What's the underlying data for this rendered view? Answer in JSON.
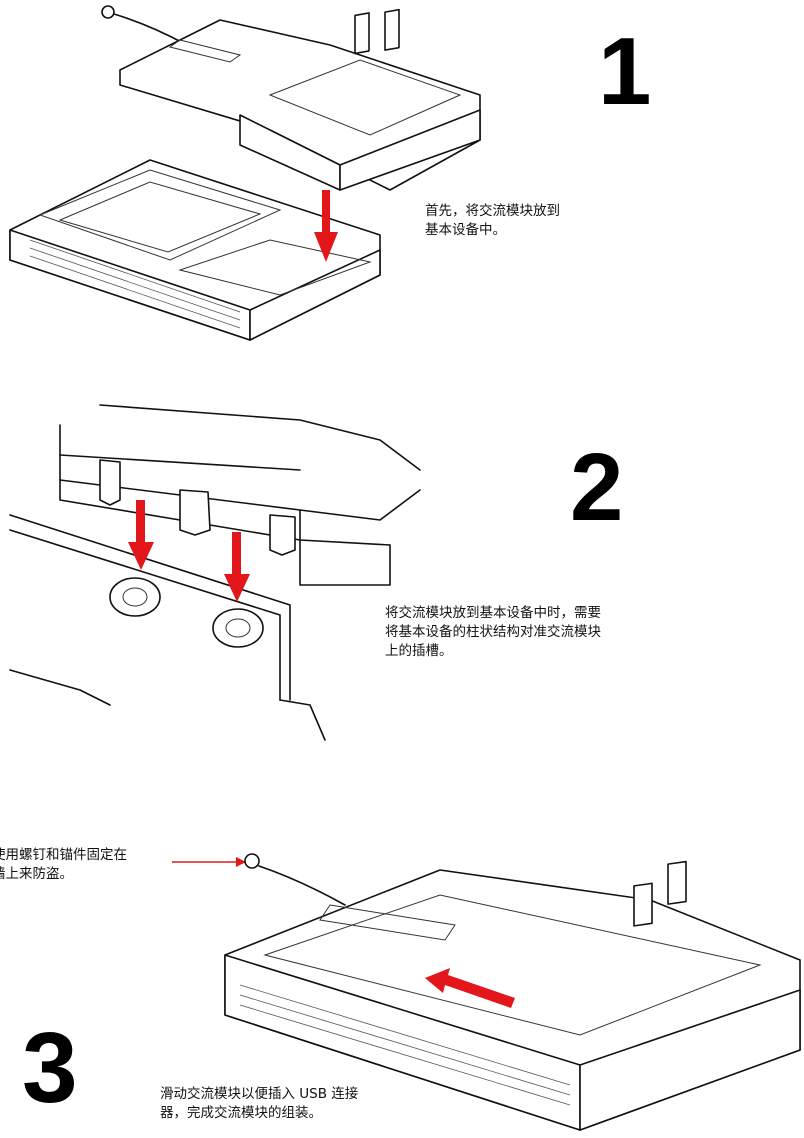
{
  "steps": [
    {
      "number": "1",
      "caption": "首先，将交流模块放到\n基本设备中。"
    },
    {
      "number": "2",
      "caption": "将交流模块放到基本设备中时，需要\n将基本设备的柱状结构对准交流模块\n上的插槽。"
    },
    {
      "number": "3",
      "caption": "滑动交流模块以便插入 USB 连接\n器，完成交流模块的组装。"
    }
  ],
  "callout": {
    "text": "使用螺钉和锚件固定在\n墙上来防盗。"
  },
  "colors": {
    "arrow": "#e3161b",
    "line": "#111111",
    "background": "#ffffff"
  }
}
